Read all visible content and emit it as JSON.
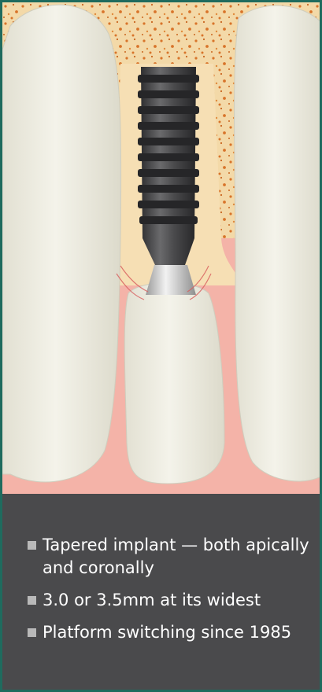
{
  "figure": {
    "subject": "dental implant cross-section",
    "colors": {
      "border": "#1f6b5e",
      "panel": "#4a4a4c",
      "bone": "#f3d9a8",
      "bone_dots": "#d8742a",
      "gum": "#f4b3a8",
      "tooth": "#efede2",
      "implant": "#444446",
      "collar": "#d7d7d7"
    }
  },
  "features": [
    {
      "text": "Tapered implant — both apically and coronally"
    },
    {
      "text": "3.0 or 3.5mm at its widest"
    },
    {
      "text": "Platform switching since 1985"
    }
  ]
}
